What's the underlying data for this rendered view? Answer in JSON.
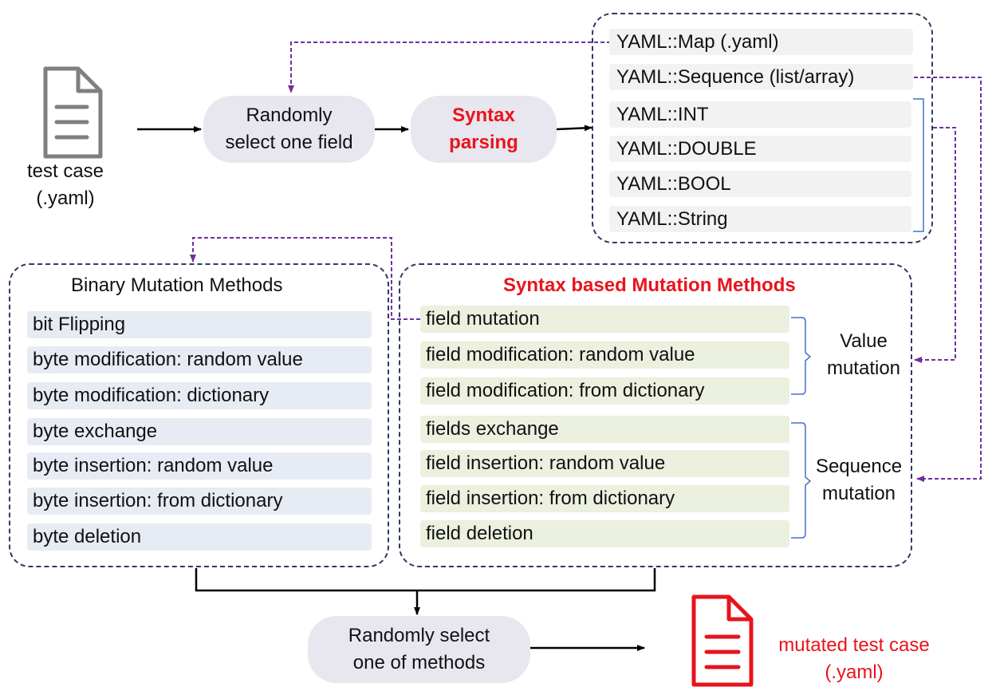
{
  "input_file": {
    "icon": "document-icon",
    "label_line1": "test case",
    "label_line2": "(.yaml)",
    "color": "#7f7f7f"
  },
  "select_field": {
    "line1": "Randomly",
    "line2": "select one field"
  },
  "syntax_parsing": {
    "line1": "Syntax",
    "line2": "parsing"
  },
  "yaml_types": [
    "YAML::Map  (.yaml)",
    "YAML::Sequence (list/array)",
    "YAML::INT",
    "YAML::DOUBLE",
    "YAML::BOOL",
    "YAML::String"
  ],
  "binary_methods": {
    "title": "Binary Mutation Methods",
    "items": [
      "bit Flipping",
      "byte modification: random value",
      "byte modification: dictionary",
      "byte exchange",
      "byte insertion: random value",
      "byte insertion: from dictionary",
      "byte deletion"
    ]
  },
  "syntax_methods": {
    "title": "Syntax based  Mutation Methods",
    "items": [
      "field mutation",
      "field modification: random value",
      "field modification: from dictionary",
      "fields exchange",
      "field insertion: random value",
      "field insertion: from dictionary",
      "field deletion"
    ]
  },
  "value_mutation": {
    "line1": "Value",
    "line2": "mutation"
  },
  "sequence_mutation": {
    "line1": "Sequence",
    "line2": "mutation"
  },
  "select_method": {
    "line1": "Randomly select",
    "line2": "one of methods"
  },
  "output_file": {
    "icon": "document-icon",
    "label_line1": "mutated test case",
    "label_line2": "(.yaml)",
    "color": "#e8141c"
  },
  "colors": {
    "accent_red": "#e8141c",
    "dashed_arrow": "#7030a0",
    "box_border": "#2e3b5e",
    "bracket": "#4472c4"
  }
}
